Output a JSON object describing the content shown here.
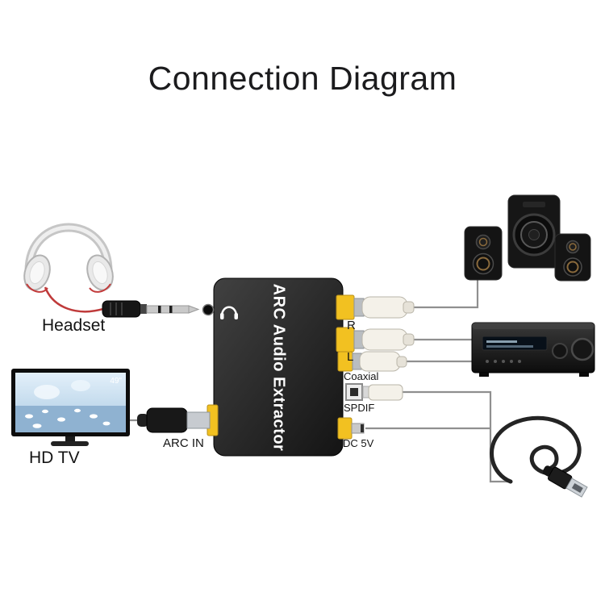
{
  "title": "Connection Diagram",
  "device": {
    "name": "ARC Audio Extractor",
    "ports": {
      "r": "R",
      "l": "L",
      "coaxial": "Coaxial",
      "spdif": "SPDIF",
      "dc": "DC 5V",
      "arc_in": "ARC IN"
    }
  },
  "peripherals": {
    "headset": "Headset",
    "tv": "HD TV",
    "tv_size": "49\""
  },
  "colors": {
    "device_box": "#1e1e1e",
    "port_yellow": "#f2c121",
    "cable_gray": "#8f8f8f",
    "headset_cable_red": "#bf3a3a",
    "text": "#141414",
    "background": "#ffffff"
  }
}
